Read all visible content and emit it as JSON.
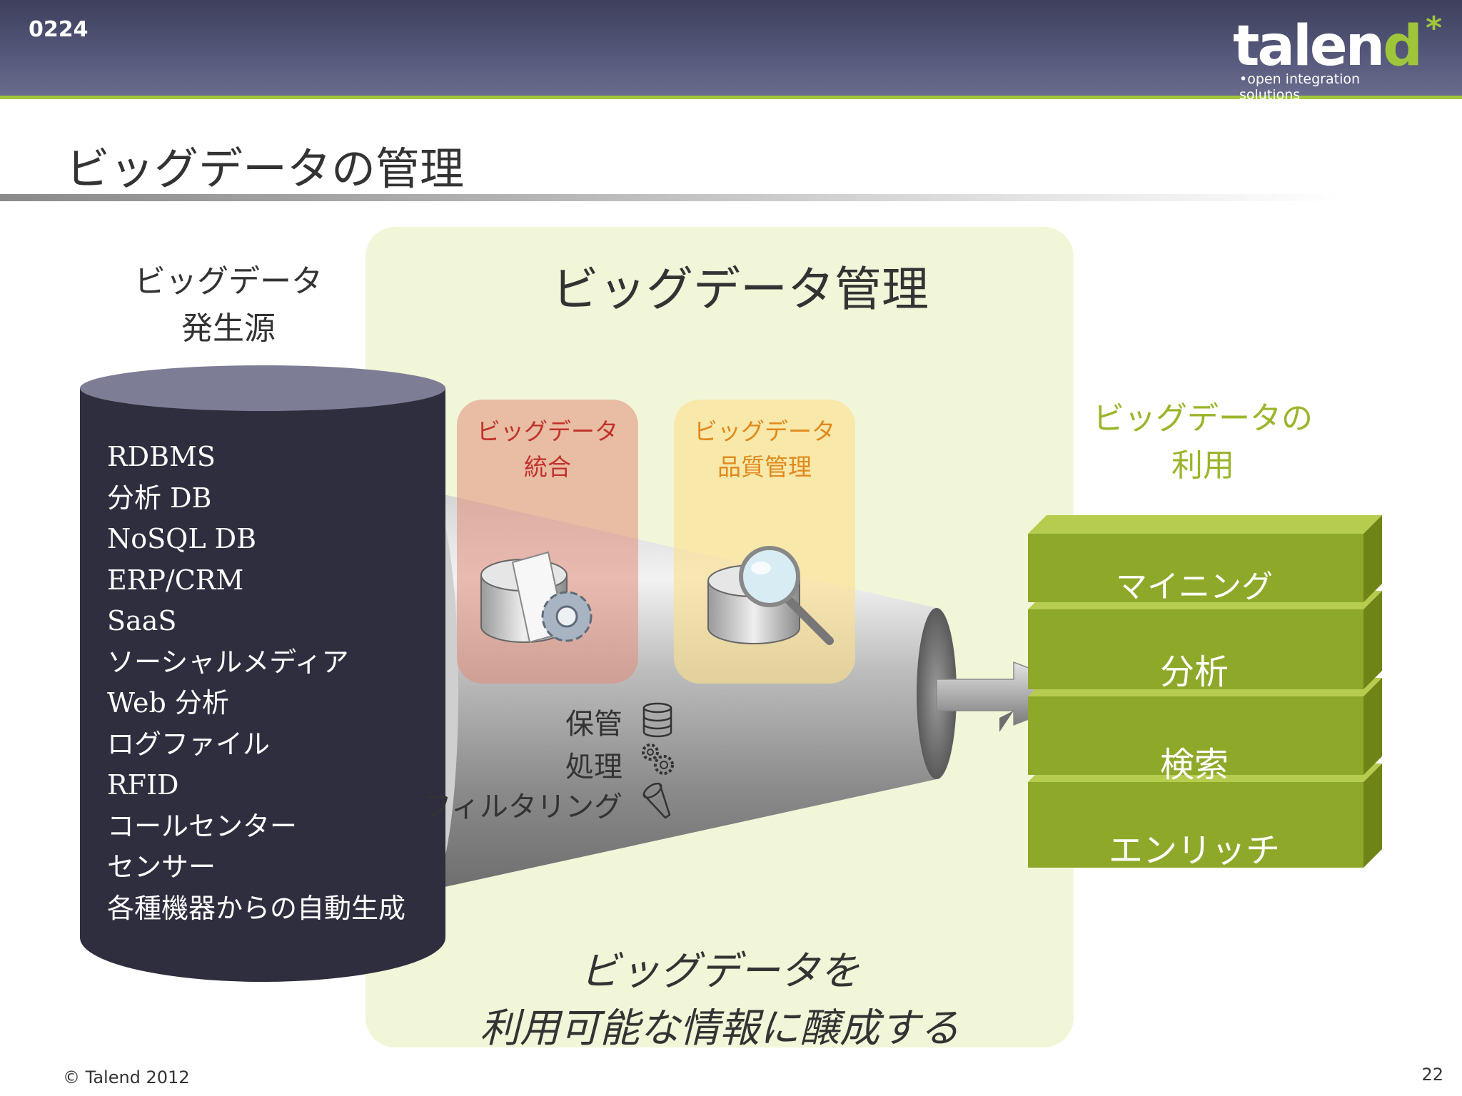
{
  "header": {
    "slide_code": "0224",
    "logo_word": "talen",
    "logo_d": "d",
    "logo_star": "*",
    "logo_tagline": "•open integration solutions"
  },
  "title": "ビッグデータの管理",
  "source": {
    "title_line1": "ビッグデータ",
    "title_line2": "発生源",
    "items": [
      "RDBMS",
      "分析 DB",
      "NoSQL DB",
      "ERP/CRM",
      "SaaS",
      "ソーシャルメディア",
      "Web 分析",
      "ログファイル",
      "RFID",
      "コールセンター",
      "センサー",
      "各種機器からの自動生成"
    ]
  },
  "management": {
    "title": "ビッグデータ管理",
    "integration": {
      "line1": "ビッグデータ",
      "line2": "統合"
    },
    "quality": {
      "line1": "ビッグデータ",
      "line2": "品質管理"
    },
    "processes": [
      "保管",
      "処理",
      "フィルタリング"
    ]
  },
  "usage": {
    "title_line1": "ビッグデータの",
    "title_line2": "利用",
    "layers": [
      "マイニング",
      "分析",
      "検索",
      "エンリッチ"
    ]
  },
  "message": {
    "line1": "ビッグデータを",
    "line2": "利用可能な情報に醸成する"
  },
  "footer": {
    "copyright": "© Talend 2012",
    "page": "22"
  },
  "colors": {
    "header_bg": "#4a4c6e",
    "accent_green": "#9fc63a",
    "panel_bg": "#f1f6d9",
    "cylinder": "#2f2e3f",
    "layer_green": "#8ea82a",
    "integration_text": "#c0322b",
    "quality_text": "#e0891c"
  },
  "icons": [
    "database-icon",
    "gears-icon",
    "funnel-icon",
    "magnifier-icon",
    "gear-document-icon"
  ]
}
